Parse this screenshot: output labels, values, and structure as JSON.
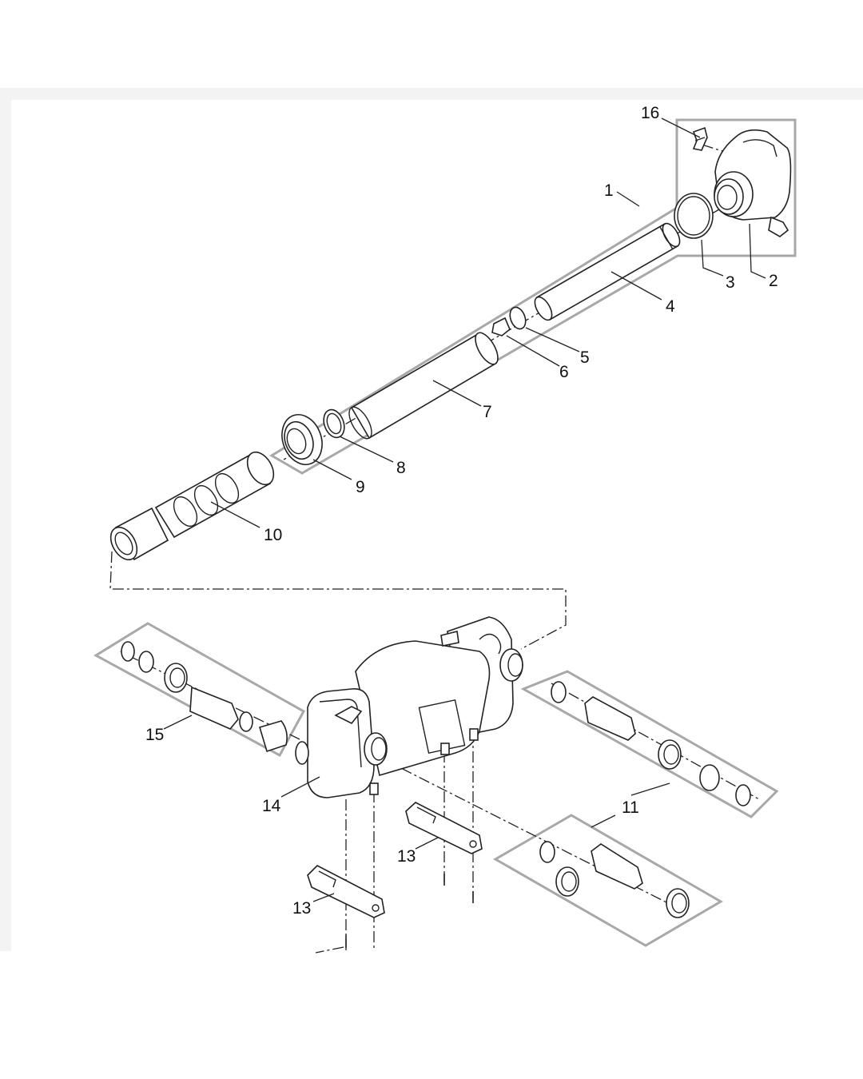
{
  "callouts": [
    {
      "id": "p16",
      "label": "16"
    },
    {
      "id": "p1",
      "label": "1"
    },
    {
      "id": "p3",
      "label": "3"
    },
    {
      "id": "p2",
      "label": "2"
    },
    {
      "id": "p4",
      "label": "4"
    },
    {
      "id": "p5",
      "label": "5"
    },
    {
      "id": "p6",
      "label": "6"
    },
    {
      "id": "p7",
      "label": "7"
    },
    {
      "id": "p8",
      "label": "8"
    },
    {
      "id": "p9",
      "label": "9"
    },
    {
      "id": "p10",
      "label": "10"
    },
    {
      "id": "p15",
      "label": "15"
    },
    {
      "id": "p14",
      "label": "14"
    },
    {
      "id": "p11a",
      "label": "11"
    },
    {
      "id": "p13a",
      "label": "13"
    },
    {
      "id": "p13b",
      "label": "13"
    }
  ],
  "colors": {
    "line": "#222222",
    "group_box": "#a8a8a8",
    "sheet_background": "#f3f3f3",
    "page_background": "#ffffff"
  }
}
